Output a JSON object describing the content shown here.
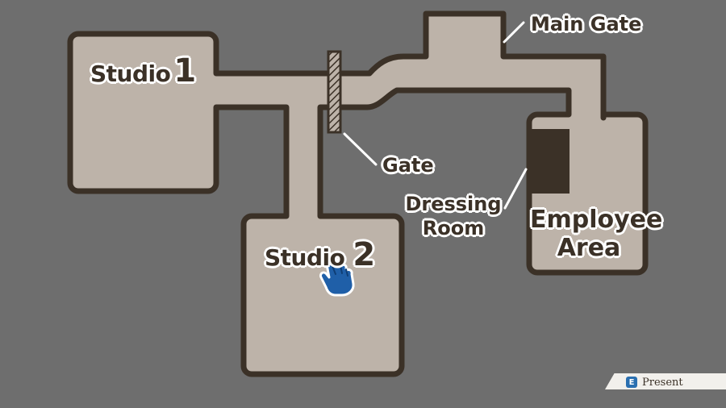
{
  "map": {
    "rooms": {
      "studio1": {
        "name": "Studio",
        "number": "1"
      },
      "studio2": {
        "name": "Studio",
        "number": "2"
      },
      "employee_area": {
        "line1": "Employee",
        "line2": "Area"
      }
    },
    "callouts": {
      "main_gate": "Main Gate",
      "gate": "Gate",
      "dressing_room_line1": "Dressing",
      "dressing_room_line2": "Room"
    },
    "cursor": {
      "icon": "pointing-hand-icon",
      "color": "#1f5fa8"
    }
  },
  "footer": {
    "present_key": "E",
    "present_label": "Present"
  },
  "colors": {
    "background": "#6e6e6e",
    "floor": "#bdb3a9",
    "wall": "#3b3127"
  }
}
